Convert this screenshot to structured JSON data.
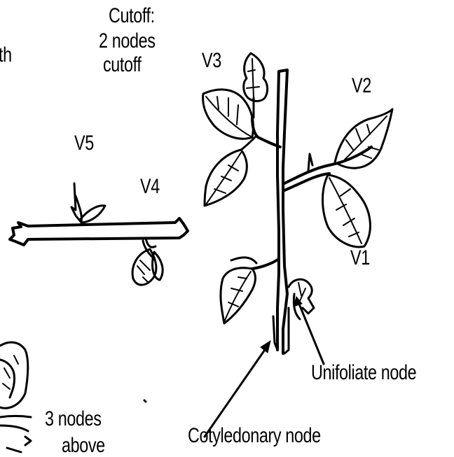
{
  "cutoff": {
    "line1": "Cutoff:",
    "line2": "2 nodes",
    "line3": "cutoff"
  },
  "fragment_top_left": "th",
  "nodes_label": {
    "line1": "3 nodes",
    "line2": "above"
  },
  "leaf_labels": {
    "v1": "V1",
    "v2": "V2",
    "v3": "V3",
    "v4": "V4",
    "v5": "V5"
  },
  "node_labels": {
    "unifoliate": "Unifoliate node",
    "cotyledonary": "Cotyledonary node"
  }
}
